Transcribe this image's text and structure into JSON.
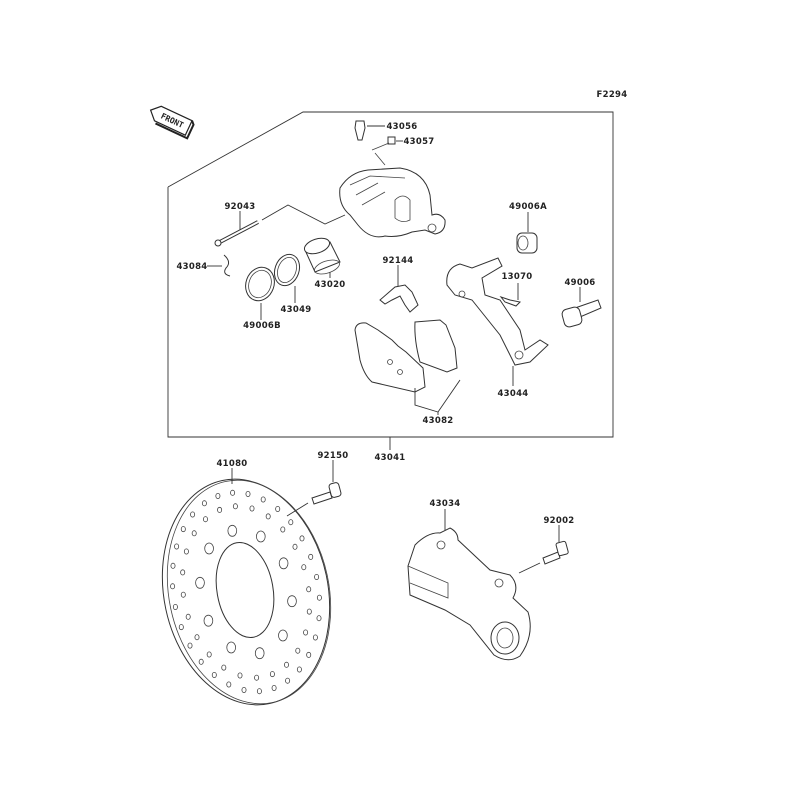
{
  "diagram_code": "F2294",
  "front_indicator": "FRONT",
  "parts": {
    "p43056": "43056",
    "p43057": "43057",
    "p92043": "92043",
    "p43084": "43084",
    "p49006A": "49006A",
    "p92144": "92144",
    "p13070": "13070",
    "p49006": "49006",
    "p43020": "43020",
    "p43049": "43049",
    "p49006B": "49006B",
    "p43044": "43044",
    "p43082": "43082",
    "p43041": "43041",
    "p41080": "41080",
    "p92150": "92150",
    "p43034": "43034",
    "p92002": "92002"
  }
}
